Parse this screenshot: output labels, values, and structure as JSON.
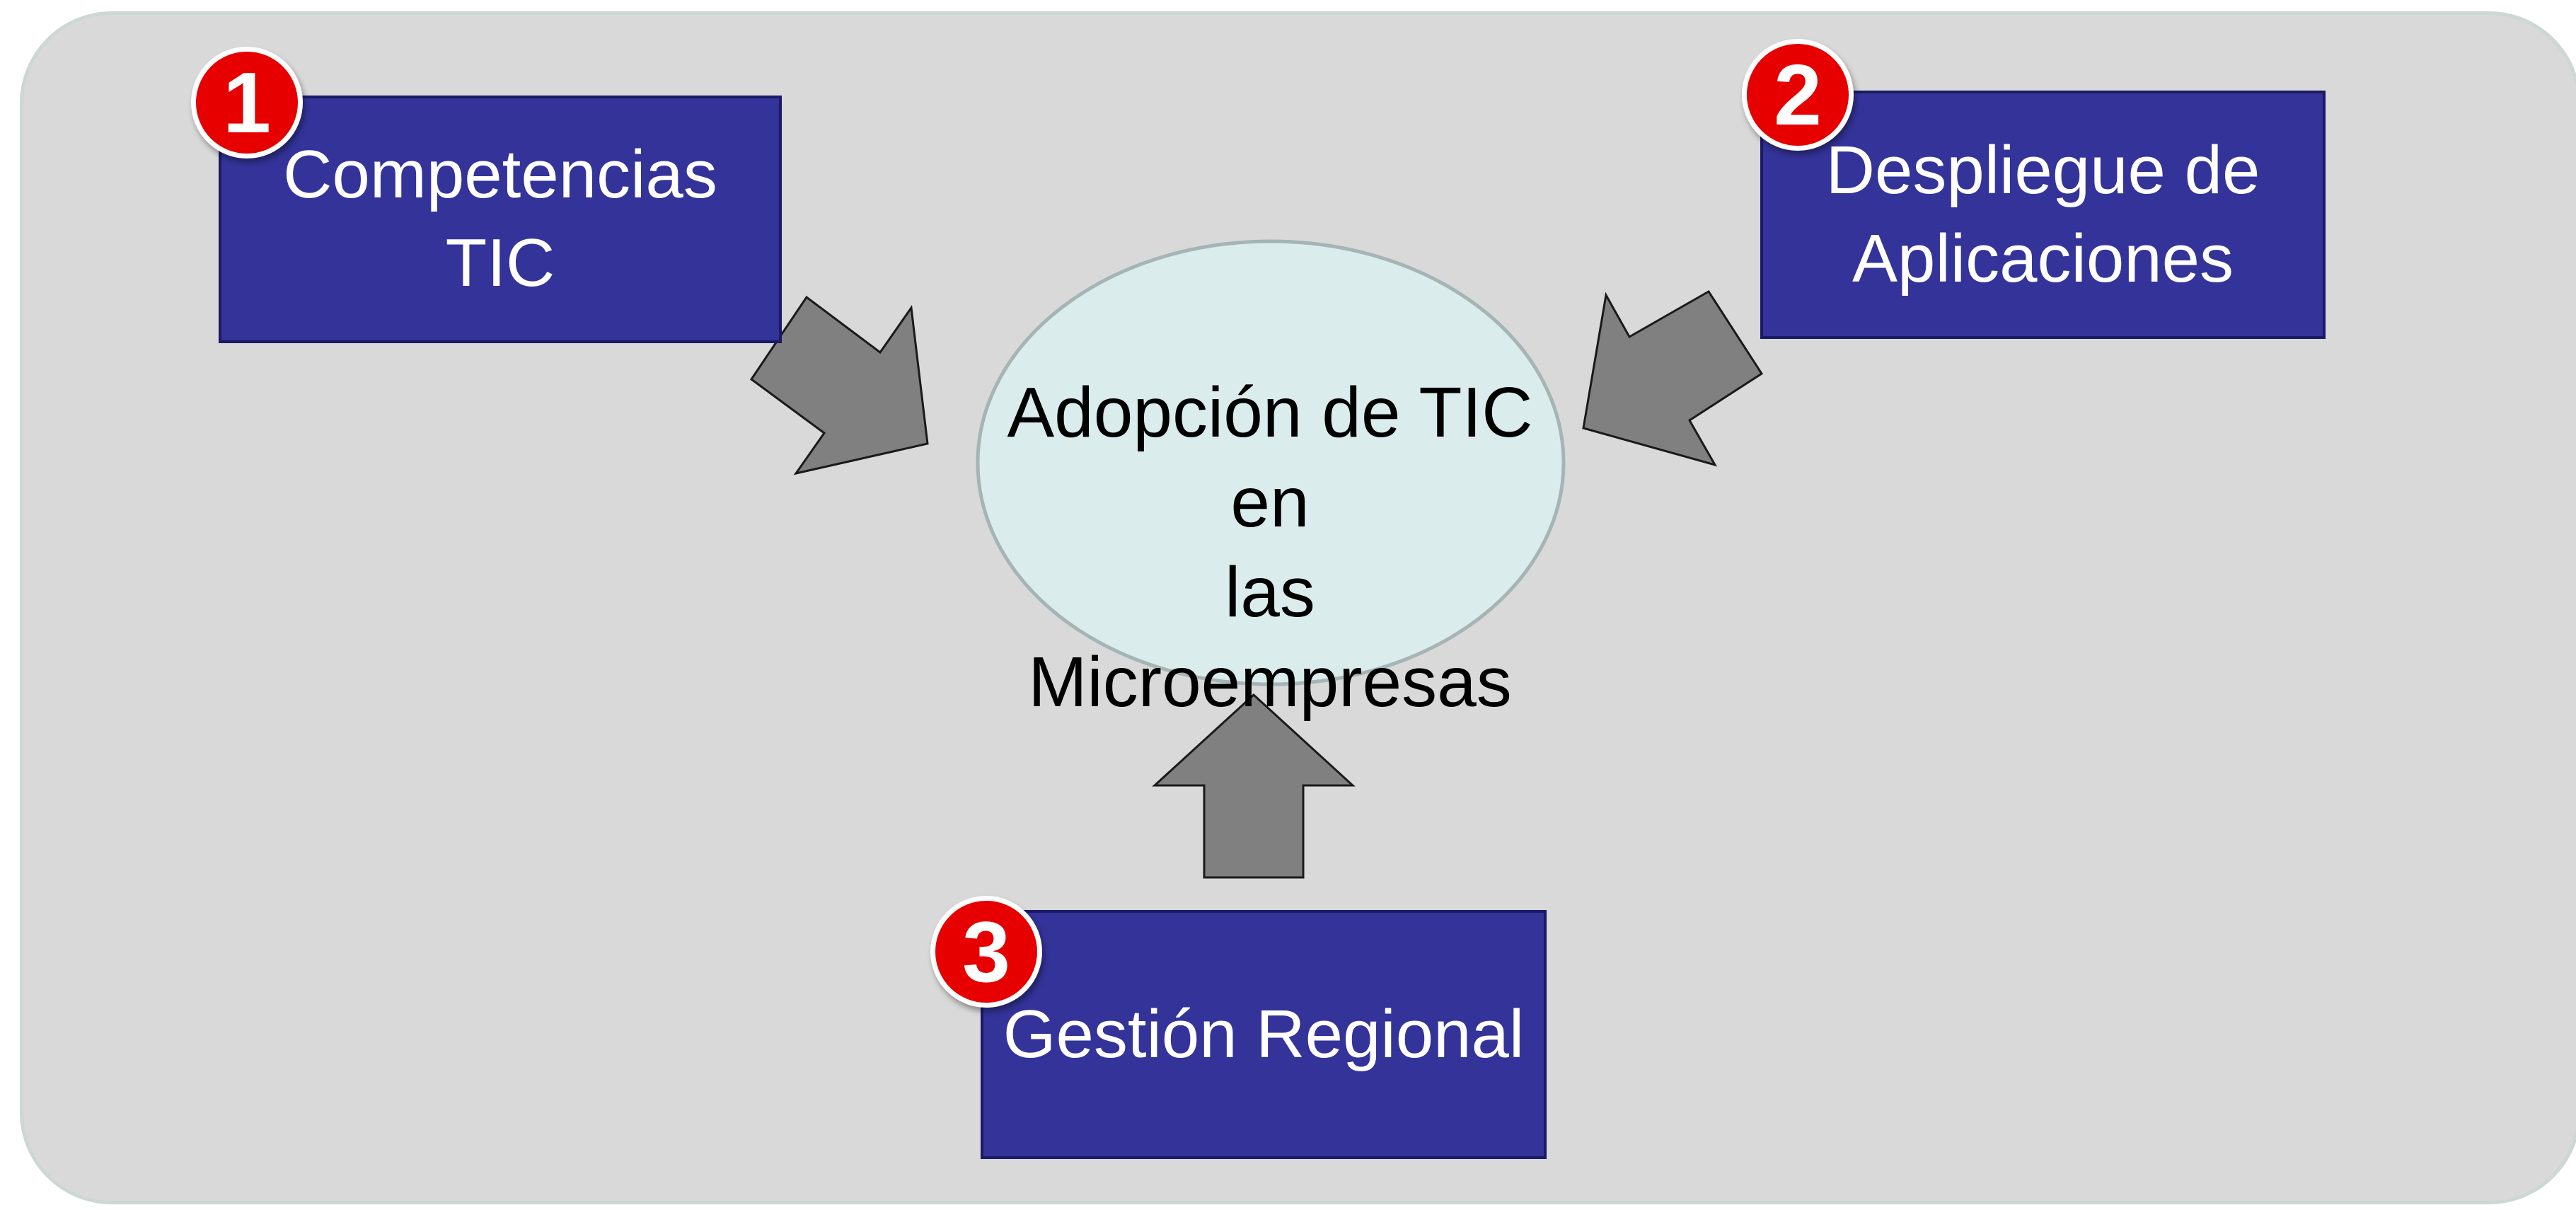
{
  "diagram": {
    "center": {
      "lines": [
        "Adopción de TIC en",
        "las Microempresas"
      ]
    },
    "factors": [
      {
        "number": "1",
        "lines": [
          "Competencias TIC"
        ]
      },
      {
        "number": "2",
        "lines": [
          "Despliegue de",
          "Aplicaciones"
        ]
      },
      {
        "number": "3",
        "lines": [
          "Gestión Regional"
        ]
      }
    ]
  },
  "colors": {
    "background": "#d9d9d9",
    "box_fill": "#333399",
    "ellipse_fill": "#daecec",
    "arrow_fill": "#808080",
    "badge_fill": "#e60000"
  }
}
